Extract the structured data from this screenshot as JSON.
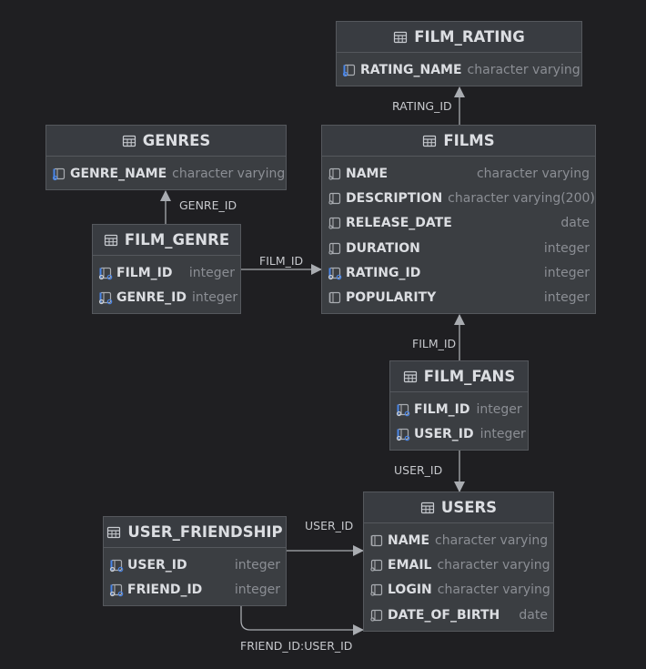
{
  "tables": {
    "film_rating": {
      "name": "FILM_RATING",
      "columns": [
        {
          "name": "RATING_NAME",
          "type": "character varying",
          "icon": "key-column-icon"
        }
      ]
    },
    "genres": {
      "name": "GENRES",
      "columns": [
        {
          "name": "GENRE_NAME",
          "type": "character varying",
          "icon": "key-column-icon"
        }
      ]
    },
    "films": {
      "name": "FILMS",
      "columns": [
        {
          "name": "NAME",
          "type": "character varying",
          "icon": "column-icon"
        },
        {
          "name": "DESCRIPTION",
          "type": "character varying(200)",
          "icon": "column-icon"
        },
        {
          "name": "RELEASE_DATE",
          "type": "date",
          "icon": "column-icon"
        },
        {
          "name": "DURATION",
          "type": "integer",
          "icon": "column-icon"
        },
        {
          "name": "RATING_ID",
          "type": "integer",
          "icon": "foreign-key-column-icon"
        },
        {
          "name": "POPULARITY",
          "type": "integer",
          "icon": "nullable-column-icon"
        }
      ]
    },
    "film_genre": {
      "name": "FILM_GENRE",
      "columns": [
        {
          "name": "FILM_ID",
          "type": "integer",
          "icon": "foreign-key-column-icon"
        },
        {
          "name": "GENRE_ID",
          "type": "integer",
          "icon": "foreign-key-column-icon"
        }
      ]
    },
    "film_fans": {
      "name": "FILM_FANS",
      "columns": [
        {
          "name": "FILM_ID",
          "type": "integer",
          "icon": "foreign-key-column-icon"
        },
        {
          "name": "USER_ID",
          "type": "integer",
          "icon": "foreign-key-column-icon"
        }
      ]
    },
    "users": {
      "name": "USERS",
      "columns": [
        {
          "name": "NAME",
          "type": "character varying",
          "icon": "nullable-column-icon"
        },
        {
          "name": "EMAIL",
          "type": "character varying",
          "icon": "column-icon"
        },
        {
          "name": "LOGIN",
          "type": "character varying",
          "icon": "column-icon"
        },
        {
          "name": "DATE_OF_BIRTH",
          "type": "date",
          "icon": "column-icon"
        }
      ]
    },
    "user_friendship": {
      "name": "USER_FRIENDSHIP",
      "columns": [
        {
          "name": "USER_ID",
          "type": "integer",
          "icon": "foreign-key-column-icon"
        },
        {
          "name": "FRIEND_ID",
          "type": "integer",
          "icon": "foreign-key-column-icon"
        }
      ]
    }
  },
  "edges": {
    "films_rating": "RATING_ID",
    "genre_genres": "GENRE_ID",
    "genre_films": "FILM_ID",
    "fans_films": "FILM_ID",
    "fans_users": "USER_ID",
    "friendship_user": "USER_ID",
    "friendship_friend": "FRIEND_ID:USER_ID"
  },
  "colors": {
    "background": "#1f1f22",
    "table_fill": "#3b3e42",
    "table_border": "#55585d",
    "edge": "#a9acb1",
    "key_accent": "#4a86e8"
  }
}
